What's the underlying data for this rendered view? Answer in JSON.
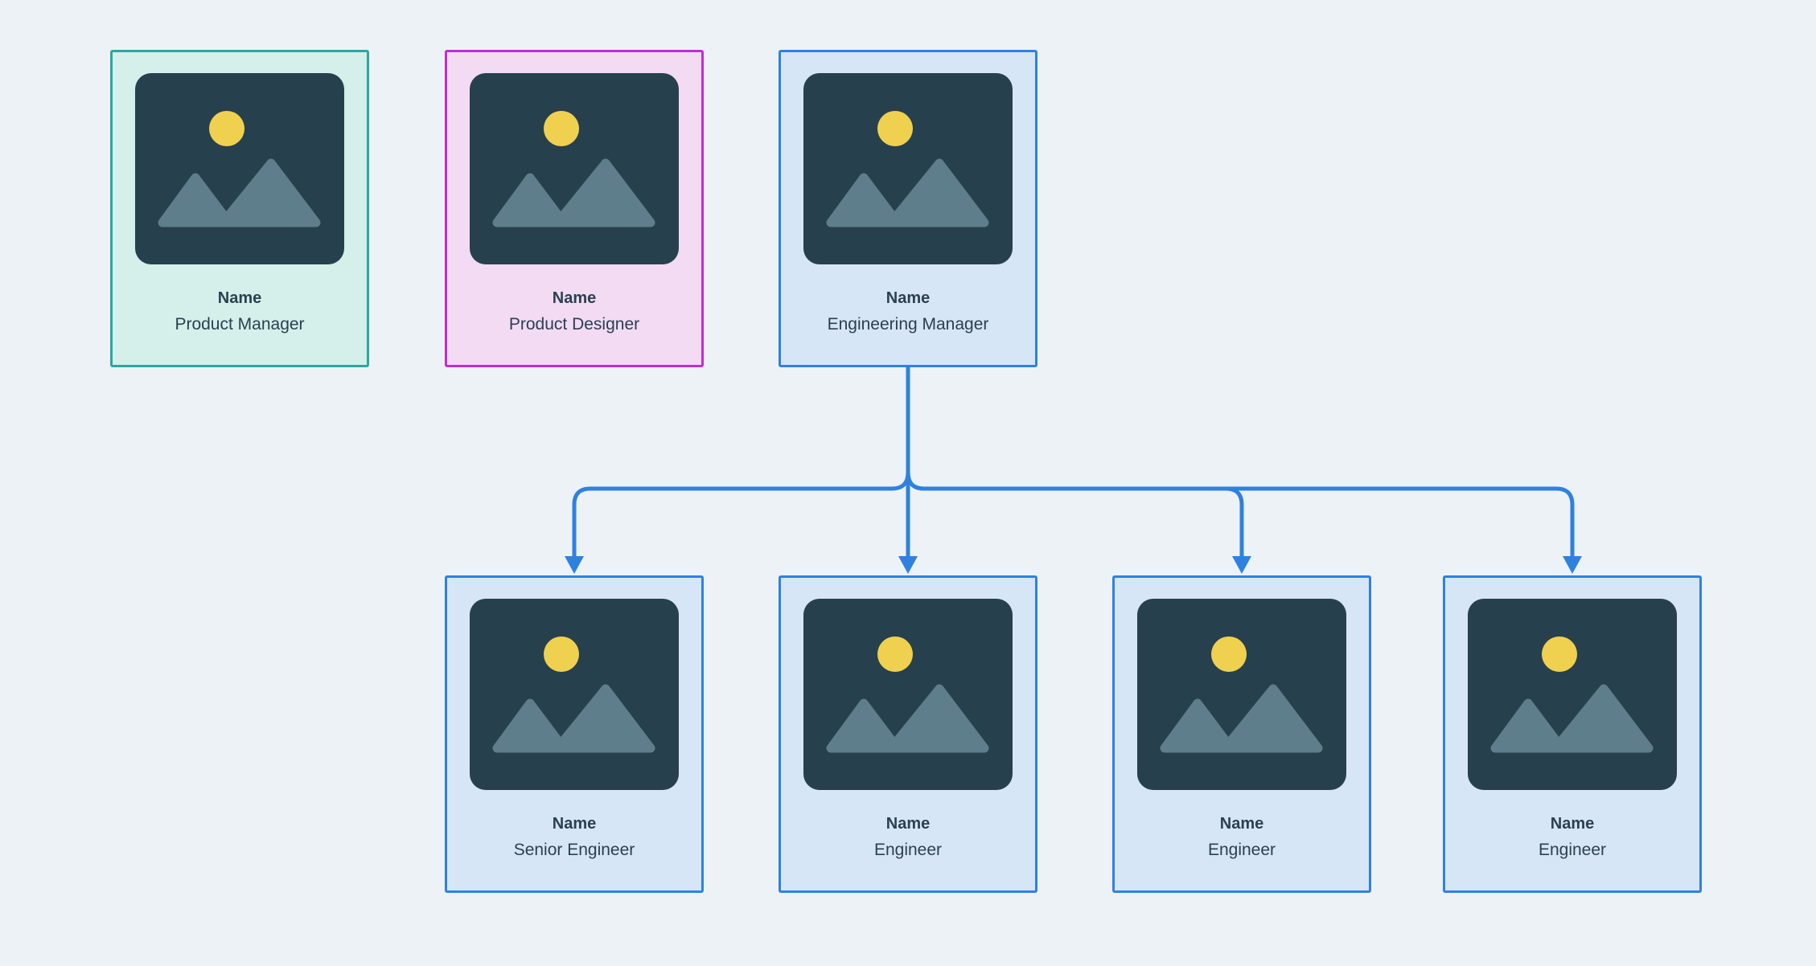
{
  "canvas": {
    "background_color": "#edf2f6"
  },
  "palette": {
    "connector_blue": "#2f81e0",
    "card_text": "#2b4050",
    "thumb_background": "#27404e",
    "sun_yellow": "#f0d14f",
    "mountain_gray": "#5f7e8c",
    "teal_border": "#2aa89f",
    "teal_fill": "#d5efeb",
    "pink_border": "#c02dd2",
    "pink_fill": "#f3dbf4",
    "blue_border": "#2f81e3",
    "blue_fill": "#d7e6f7"
  },
  "org_chart": {
    "cards": [
      {
        "id": "product-manager",
        "name": "Name",
        "role": "Product Manager",
        "variant": "teal"
      },
      {
        "id": "product-designer",
        "name": "Name",
        "role": "Product Designer",
        "variant": "pink"
      },
      {
        "id": "engineering-manager",
        "name": "Name",
        "role": "Engineering Manager",
        "variant": "blue"
      },
      {
        "id": "senior-engineer",
        "name": "Name",
        "role": "Senior Engineer",
        "variant": "blue"
      },
      {
        "id": "engineer-1",
        "name": "Name",
        "role": "Engineer",
        "variant": "blue"
      },
      {
        "id": "engineer-2",
        "name": "Name",
        "role": "Engineer",
        "variant": "blue"
      },
      {
        "id": "engineer-3",
        "name": "Name",
        "role": "Engineer",
        "variant": "blue"
      }
    ],
    "edges": [
      {
        "from": "engineering-manager",
        "to": "senior-engineer"
      },
      {
        "from": "engineering-manager",
        "to": "engineer-1"
      },
      {
        "from": "engineering-manager",
        "to": "engineer-2"
      },
      {
        "from": "engineering-manager",
        "to": "engineer-3"
      }
    ]
  }
}
